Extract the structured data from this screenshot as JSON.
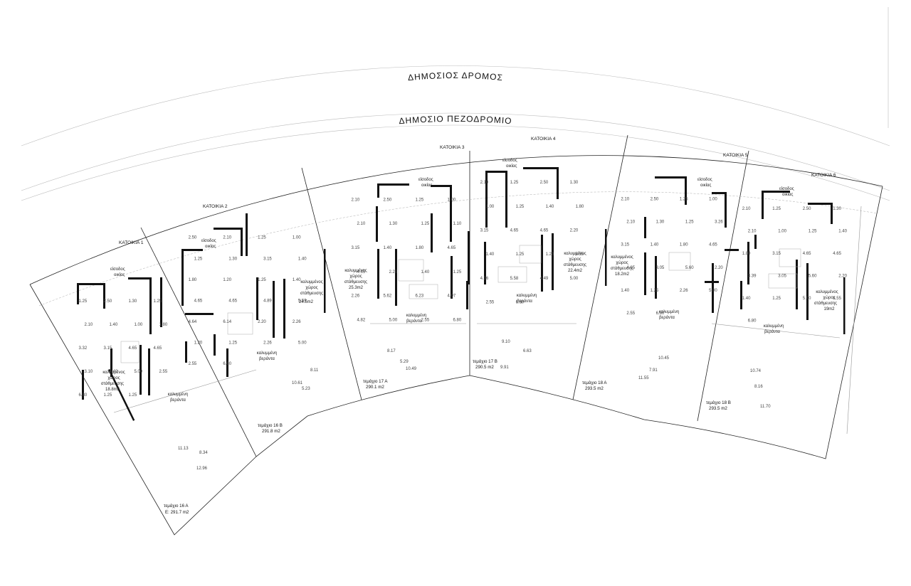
{
  "roads": {
    "public_road": "ΔΗΜΟΣΙΟΣ ΔΡΟΜΟΣ",
    "public_sidewalk": "ΔΗΜΟΣΙΟ ΠΕΖΟΔΡΟΜΙΟ"
  },
  "houses": [
    {
      "title": "ΚΑΤΟΙΚΙΑ 1",
      "entrance": [
        "είσοδος",
        "οικίας"
      ],
      "parking": [
        "καλυμμένος",
        "χώρος",
        "στάθμευσης",
        "18.8m2"
      ],
      "veranda": [
        "καλυμμένη",
        "βεράντα"
      ],
      "dims": [
        "1.25",
        "2.50",
        "1.30",
        "1.25",
        "2.10",
        "1.40",
        "1.00",
        "1.80",
        "3.32",
        "3.15",
        "4.65",
        "4.65",
        "3.10",
        "4.40",
        "5.00",
        "2.55",
        "6.80",
        "1.25",
        "1.25"
      ]
    },
    {
      "title": "ΚΑΤΟΙΚΙΑ 2",
      "entrance": [
        "είσοδος",
        "οικίας"
      ],
      "parking": [
        "καλυμμένος",
        "χώρος",
        "στάθμευσης",
        "24.5m2"
      ],
      "veranda": [
        "καλυμμένη",
        "βεράντα"
      ],
      "dims": [
        "2.50",
        "2.10",
        "1.25",
        "1.00",
        "1.25",
        "1.30",
        "3.15",
        "1.40",
        "1.80",
        "1.20",
        "1.25",
        "1.40",
        "4.65",
        "4.65",
        "4.89",
        "5.59",
        "4.64",
        "6.14",
        "2.20",
        "2.26",
        "1.20",
        "1.25",
        "2.26",
        "5.00",
        "2.55",
        "6.80"
      ]
    },
    {
      "title": "ΚΑΤΟΙΚΙΑ 3",
      "entrance": [
        "είσοδος",
        "οικίας"
      ],
      "parking": [
        "καλυμμένος",
        "χώρος",
        "στάθμευσης",
        "25.3m2"
      ],
      "veranda": [
        "καλυμμένη",
        "βεράντα"
      ],
      "dims": [
        "2.10",
        "2.50",
        "1.25",
        "1.00",
        "2.10",
        "1.30",
        "1.25",
        "1.10",
        "3.15",
        "1.40",
        "1.80",
        "4.65",
        "4.65",
        "2.20",
        "1.40",
        "1.25",
        "2.26",
        "5.62",
        "6.23",
        "4.97",
        "4.82",
        "5.00",
        "2.55",
        "6.80"
      ]
    },
    {
      "title": "ΚΑΤΟΙΚΙΑ 4",
      "entrance": [
        "είσοδος",
        "οικίας"
      ],
      "parking": [
        "καλυμμένος",
        "χώρος",
        "στάθμευσης",
        "22.4m2"
      ],
      "veranda": [
        "καλυμμένη",
        "βεράντα"
      ],
      "dims": [
        "2.10",
        "1.25",
        "2.50",
        "1.30",
        "1.00",
        "1.25",
        "1.40",
        "1.80",
        "3.15",
        "4.65",
        "4.65",
        "2.20",
        "1.40",
        "1.25",
        "1.20",
        "5.55",
        "4.36",
        "5.58",
        "4.49",
        "5.00",
        "2.55",
        "6.80"
      ]
    },
    {
      "title": "ΚΑΤΟΙΚΙΑ 5",
      "entrance": [
        "είσοδος",
        "οικίας"
      ],
      "parking": [
        "καλυμμένος",
        "χώρος",
        "στάθμευσης",
        "18.2m2"
      ],
      "veranda": [
        "καλυμμένη",
        "βεράντα"
      ],
      "dims": [
        "2.10",
        "2.50",
        "1.25",
        "1.00",
        "2.10",
        "1.30",
        "1.25",
        "3.26",
        "3.15",
        "1.40",
        "1.80",
        "4.65",
        "4.65",
        "3.05",
        "5.60",
        "2.20",
        "1.40",
        "1.25",
        "2.26",
        "5.00",
        "2.55",
        "6.80"
      ]
    },
    {
      "title": "ΚΑΤΟΙΚΙΑ 6",
      "entrance": [
        "είσοδος",
        "οικίας"
      ],
      "parking": [
        "καλυμμένος",
        "χώρος",
        "στάθμευσης",
        "19m2"
      ],
      "veranda": [
        "καλυμμένη",
        "βεράντα"
      ],
      "dims": [
        "2.10",
        "1.25",
        "2.50",
        "1.30",
        "2.10",
        "1.00",
        "1.25",
        "1.40",
        "1.80",
        "3.15",
        "4.65",
        "4.65",
        "3.39",
        "3.05",
        "5.60",
        "2.20",
        "1.40",
        "1.25",
        "5.00",
        "2.55",
        "6.80"
      ]
    }
  ],
  "plots": [
    {
      "name": "τεμάχιο 16 Α",
      "area": "E: 291.7 m2"
    },
    {
      "name": "τεμάχιο 16 Β",
      "area": "291.8 m2"
    },
    {
      "name": "τεμάχιο 17 Α",
      "area": "290.1 m2"
    },
    {
      "name": "τεμάχιο 17 Β",
      "area": "290.5 m2"
    },
    {
      "name": "τεμάχιο 18 Α",
      "area": "293.5 m2"
    },
    {
      "name": "τεμάχιο 18 Β",
      "area": "293.5 m2"
    }
  ],
  "site_dims": [
    "11.13",
    "8.34",
    "12.96",
    "8.11",
    "10.61",
    "5.23",
    "8.17",
    "5.29",
    "10.49",
    "9.10",
    "6.63",
    "9.91",
    "10.45",
    "7.91",
    "11.55",
    "10.74",
    "8.16",
    "11.70"
  ]
}
